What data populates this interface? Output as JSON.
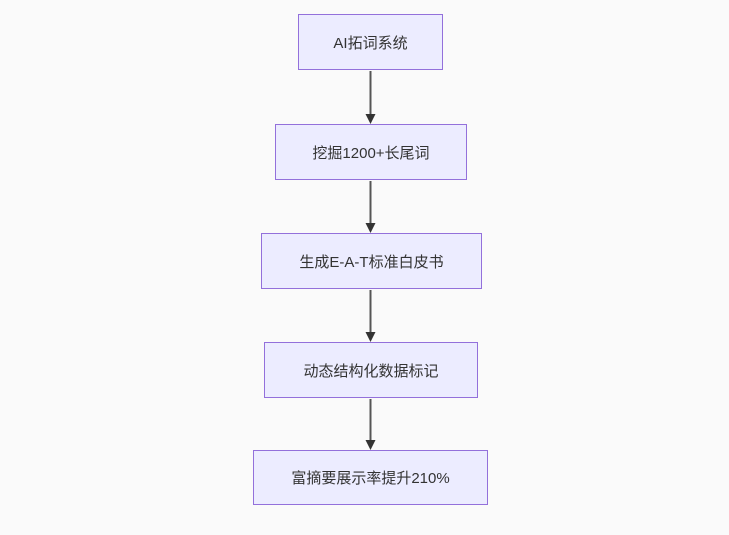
{
  "diagram": {
    "type": "flowchart",
    "direction": "top-down",
    "background_color": "#fafafa",
    "node_fill_color": "#ECECFF",
    "node_border_color": "#9370DB",
    "node_text_color": "#333333",
    "arrow_line_color": "#555555",
    "arrow_head_color": "#333333",
    "nodes": [
      {
        "id": "A",
        "label": "AI拓词系统"
      },
      {
        "id": "B",
        "label": "挖掘1200+长尾词"
      },
      {
        "id": "C",
        "label": "生成E-A-T标准白皮书"
      },
      {
        "id": "D",
        "label": "动态结构化数据标记"
      },
      {
        "id": "E",
        "label": "富摘要展示率提升210%"
      }
    ],
    "edges": [
      {
        "from": "A",
        "to": "B"
      },
      {
        "from": "B",
        "to": "C"
      },
      {
        "from": "C",
        "to": "D"
      },
      {
        "from": "D",
        "to": "E"
      }
    ]
  }
}
